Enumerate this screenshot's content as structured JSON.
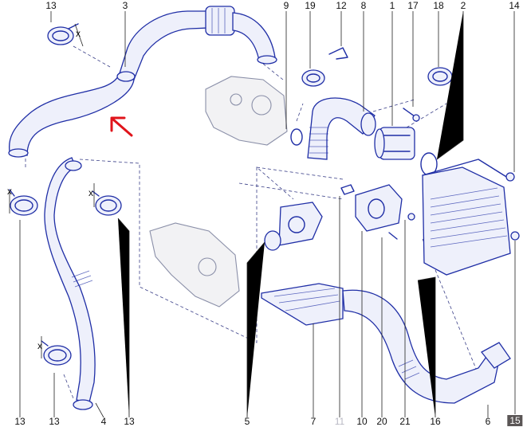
{
  "callouts_top": [
    "13",
    "3",
    "9",
    "19",
    "12",
    "8",
    "1",
    "17",
    "18",
    "2",
    "14"
  ],
  "callouts_bottom": [
    "13",
    "13",
    "4",
    "13",
    "5",
    "7",
    "11",
    "10",
    "20",
    "21",
    "16",
    "6",
    "15"
  ],
  "highlighted_callout": "15",
  "faded_callout": "11",
  "clamp_dimension_label": "x",
  "colors": {
    "line_art": "#1f2ea6",
    "annotation_arrow": "#e0141b",
    "highlight_badge": "#5a5555",
    "faded_label": "#b8b8c4"
  }
}
